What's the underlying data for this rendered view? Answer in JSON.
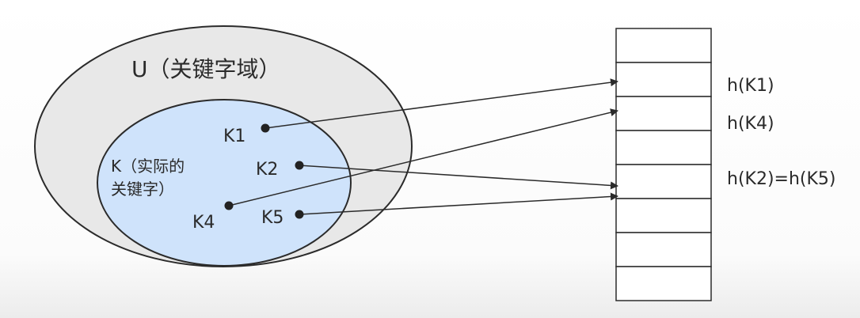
{
  "universe": {
    "label": "U（关键字域）"
  },
  "actual_keys": {
    "label_line1": "K（实际的",
    "label_line2": "关键字）",
    "keys": [
      "K1",
      "K2",
      "K4",
      "K5"
    ]
  },
  "hash_table": {
    "slot_count": 8,
    "labels": {
      "h_k1": "h(K1)",
      "h_k4": "h(K4)",
      "h_k2_k5": "h(K2)=h(K5)"
    }
  },
  "mappings": [
    {
      "from": "K1",
      "to_slot": 2
    },
    {
      "from": "K4",
      "to_slot": 3
    },
    {
      "from": "K2",
      "to_slot": 5
    },
    {
      "from": "K5",
      "to_slot": 5
    }
  ],
  "colors": {
    "universe_fill": "#e8e8e8",
    "actual_keys_fill": "#cfe3fb",
    "stroke": "#2b2b2b"
  }
}
